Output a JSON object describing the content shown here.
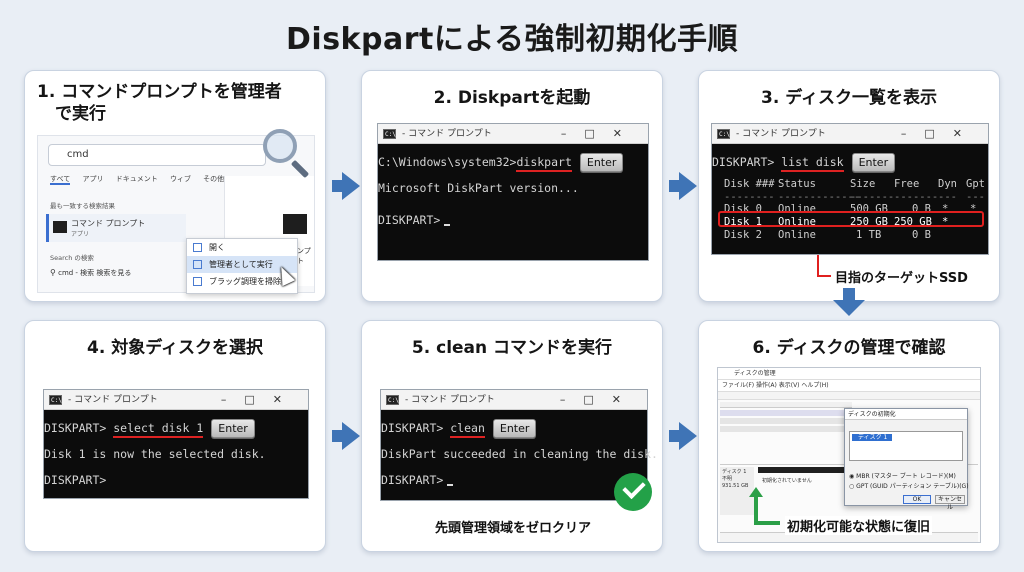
{
  "title": "Diskpartによる強制初期化手順",
  "colors": {
    "accent_blue": "#3f74b6",
    "highlight_red": "#e0201f",
    "success_green": "#23a148"
  },
  "steps": [
    {
      "heading_line1": "1. コマンドプロンプトを管理者",
      "heading_line2": "で実行",
      "search_text": "cmd",
      "tabs": [
        "すべて",
        "アプリ",
        "ドキュメント",
        "ウィブ",
        "その他"
      ],
      "best_match_label": "最も一致する検索結果",
      "app_name": "コマンド プロンプト",
      "app_type": "アプリ",
      "web_search_label": "Search の検索",
      "web_result": "cmd - 検索 検索を見る",
      "side_label": "ンプト",
      "context_menu": [
        "開く",
        "管理者として実行",
        "ブラッグ調理を掃除"
      ]
    },
    {
      "heading": "2. Diskpartを起動",
      "window_title": "- コマンド プロンプト",
      "prompt_path": "C:\\Windows\\system32>",
      "command": "diskpart",
      "output": "Microsoft DiskPart version...",
      "prompt": "DISKPART>"
    },
    {
      "heading": "3. ディスク一覧を表示",
      "window_title": "- コマンド プロンプト",
      "prompt": "DISKPART>",
      "command": "list disk",
      "columns": [
        "Disk ###",
        "Status",
        "Size",
        "Free",
        "Dyn",
        "Gpt"
      ],
      "rows": [
        [
          "Disk 0",
          "Online",
          "500 GB",
          "0 B",
          "*",
          "*"
        ],
        [
          "Disk 1",
          "Online",
          "250 GB",
          "250 GB",
          "*",
          ""
        ],
        [
          "Disk 2",
          "Online",
          "1 TB",
          "0 B",
          "",
          ""
        ]
      ],
      "callout": "目指のターゲットSSD"
    },
    {
      "heading": "4. 対象ディスクを選択",
      "window_title": "- コマンド プロンプト",
      "prompt": "DISKPART>",
      "command": "select disk 1",
      "output": "Disk 1 is now the selected disk."
    },
    {
      "heading": "5. clean コマンドを実行",
      "window_title": "- コマンド プロンプト",
      "prompt": "DISKPART>",
      "command": "clean",
      "output": "DiskPart succeeded in cleaning the disk.",
      "note": "先頭管理領域をゼロクリア"
    },
    {
      "heading": "6. ディスクの管理で確認",
      "window_title": "ディスクの管理",
      "menu": "ファイル(F)  操作(A)  表示(V)  ヘルプ(H)",
      "dialog_title": "ディスクの初期化",
      "dialog_list_item": "ディスク 1",
      "dialog_option1": "MBR (マスター ブート レコード)(M)",
      "dialog_option2": "GPT (GUID パーティション テーブル)(G)",
      "dialog_ok": "OK",
      "dialog_cancel": "キャンセル",
      "disk_label": "ディスク 1",
      "disk_state": "不明",
      "disk_size": "931.51 GB",
      "disk_init": "初期化されていません",
      "callout": "初期化可能な状態に復旧"
    }
  ],
  "enter_key_label": "Enter"
}
